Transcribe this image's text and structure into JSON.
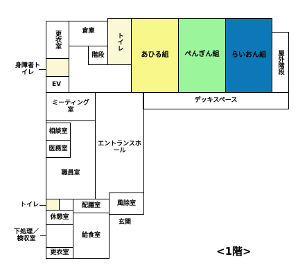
{
  "floor_label": "<1階>",
  "rooms": {
    "changing_room_top": "更衣室",
    "storage": "倉庫",
    "stairs": "階段",
    "toilet_top": "トイレ",
    "ahiru": "あひる組",
    "pengin": "ぺんぎん組",
    "raion": "らいおん組",
    "outdoor_stairs": "屋外階段",
    "ev": "EV",
    "deck_space": "デッキスペース",
    "meeting_room": "ミーティング室",
    "consultation_room": "相談室",
    "medical_room": "医務室",
    "staff_room": "職員室",
    "entrance_hall": "エントランスホール",
    "wind_room": "風除室",
    "entrance": "玄関",
    "pantry": "配膳室",
    "rest_room": "休憩室",
    "kitchen": "給食室",
    "changing_room_bottom": "更衣室"
  },
  "outside_labels": {
    "accessible_toilet": "身障者トイレ",
    "toilet_left": "トイレ",
    "disposal_room": "下処理／検収室"
  },
  "colors": {
    "ahiru": "#f8f88a",
    "pengin": "#9bf59b",
    "raion": "#0d78b8",
    "toilet_top": "#fbf8d6",
    "accessible_toilet": "#fbf8d6",
    "toilet_left": "#fbf8d6"
  }
}
